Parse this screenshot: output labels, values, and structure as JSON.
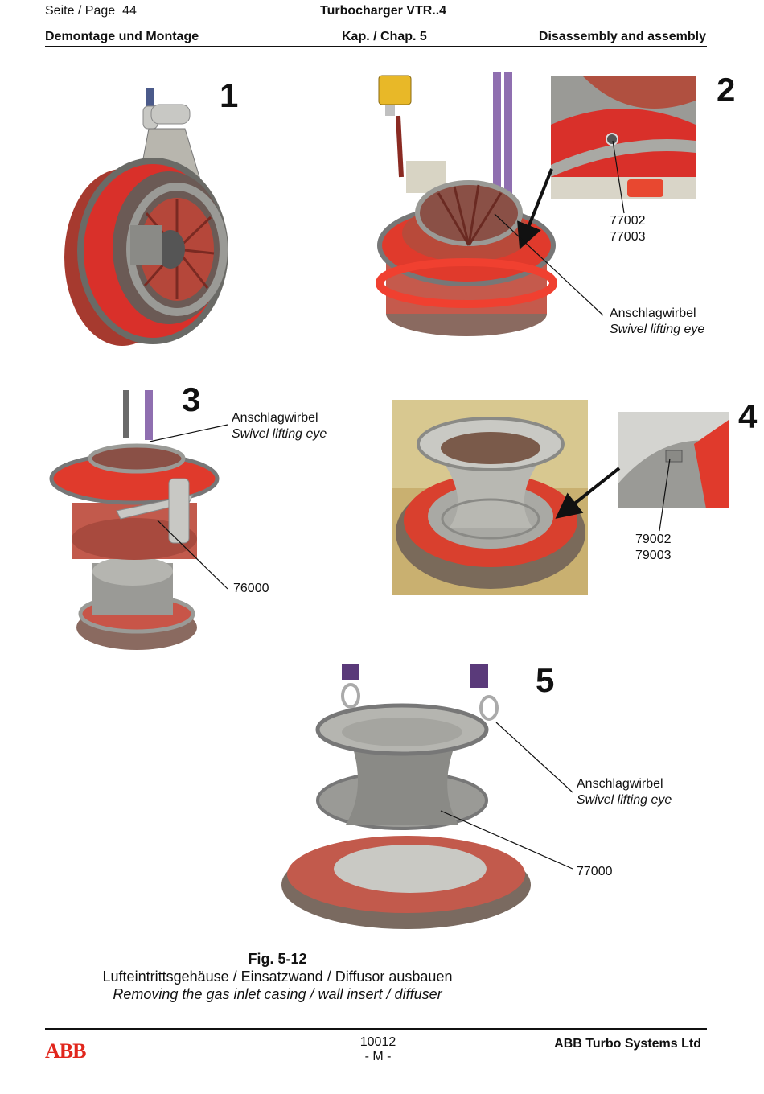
{
  "header": {
    "page_label": "Seite / Page",
    "page_number": "44",
    "doc_title": "Turbocharger VTR..4",
    "section_de": "Demontage und Montage",
    "chapter": "Kap. / Chap. 5",
    "section_en": "Disassembly and assembly"
  },
  "figures": {
    "fig1": {
      "number": "1"
    },
    "fig2": {
      "number": "2",
      "part_code_a": "77002",
      "part_code_b": "77003",
      "label_de": "Anschlagwirbel",
      "label_en": "Swivel lifting eye"
    },
    "fig3": {
      "number": "3",
      "label_de": "Anschlagwirbel",
      "label_en": "Swivel lifting eye",
      "part_code": "76000"
    },
    "fig4": {
      "number": "4",
      "part_code_a": "79002",
      "part_code_b": "79003"
    },
    "fig5": {
      "number": "5",
      "label_de": "Anschlagwirbel",
      "label_en": "Swivel lifting eye",
      "part_code": "77000"
    }
  },
  "caption": {
    "fig_id": "Fig. 5-12",
    "title_de": "Lufteintrittsgehäuse / Einsatzwand / Diffusor ausbauen",
    "title_en": "Removing the gas inlet casing / wall insert / diffuser"
  },
  "footer": {
    "doc_code": "10012",
    "revision": "- M -",
    "company": "ABB Turbo Systems Ltd",
    "logo_text": "ABB"
  },
  "colors": {
    "casing_red": "#d9302a",
    "metal_grey": "#9a9a96",
    "sling_purple": "#8f6fb0",
    "logo_red": "#e1261c"
  }
}
